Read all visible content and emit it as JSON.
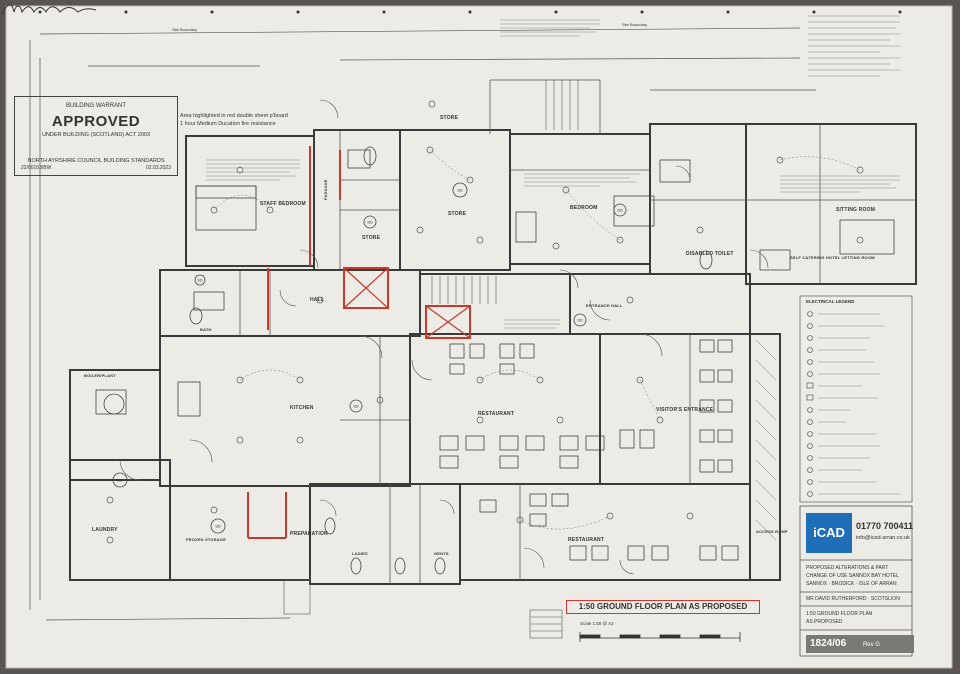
{
  "stamp": {
    "heading": "BUILDING WARRANT",
    "status": "APPROVED",
    "act": "UNDER BUILDING (SCOTLAND) ACT 2003",
    "council": "NORTH AYRSHIRE COUNCIL BUILDING STANDARDS",
    "reference": "22/00163/BW",
    "date": "02.03.2023"
  },
  "annotation": {
    "fire_note_1": "Area highlighted in red double sheet p'board",
    "fire_note_2": "1 hour Medium Ducation fire resistance",
    "site_boundary": "Site Boundary"
  },
  "rooms": {
    "staff_bedroom": "STAFF BEDROOM",
    "store": "STORE",
    "bedroom": "BEDROOM",
    "hall": "HALL",
    "kitchen": "KITCHEN",
    "restaurant": "RESTAURANT",
    "visitors_entrance": "VISITOR'S ENTRANCE",
    "disabled_toilet": "DISABLED TOILET",
    "sitting_room": "SITTING ROOM",
    "self_catering": "SELF CATERING HOTEL LETTING ROOM",
    "laundry": "LAUNDRY",
    "preparation": "PREPARATION",
    "passage": "PASSAGE",
    "boiler_plant": "BOILER/PLANT",
    "bath": "BATH",
    "entrance_hall": "ENTRANCE HALL",
    "access_ramp": "ACCESS RAMP",
    "frozen_storage": "FROZEN STORAGE",
    "gents": "GENTS",
    "ladies": "LADIES"
  },
  "legend_title": "ELECTRICAL LEGEND",
  "title_block": {
    "company": "iCAD",
    "phone": "01770 700411",
    "email": "info@icad-arran.co.uk",
    "project_1": "PROPOSED ALTERATIONS & PART",
    "project_2": "CHANGE OF USE  SANNOX BAY HOTEL",
    "project_3": "SANNOX · BRODICK · ISLE OF ARRAN",
    "client": "MR DAVID RUTHERFORD · SCOTSLION",
    "drawing_1": "1:50 GROUND FLOOR PLAN",
    "drawing_2": "AS PROPOSED",
    "drawing_number": "1824/06",
    "revision": "Rev G"
  },
  "main_title": "1:50 GROUND FLOOR PLAN AS PROPOSED",
  "scale": "Scale 1:50 @ A2",
  "colors": {
    "paper": "#ecebe6",
    "line": "#3a3a3a",
    "fire_wall": "#c83a2c",
    "logo_blue": "#1f6fb8"
  }
}
